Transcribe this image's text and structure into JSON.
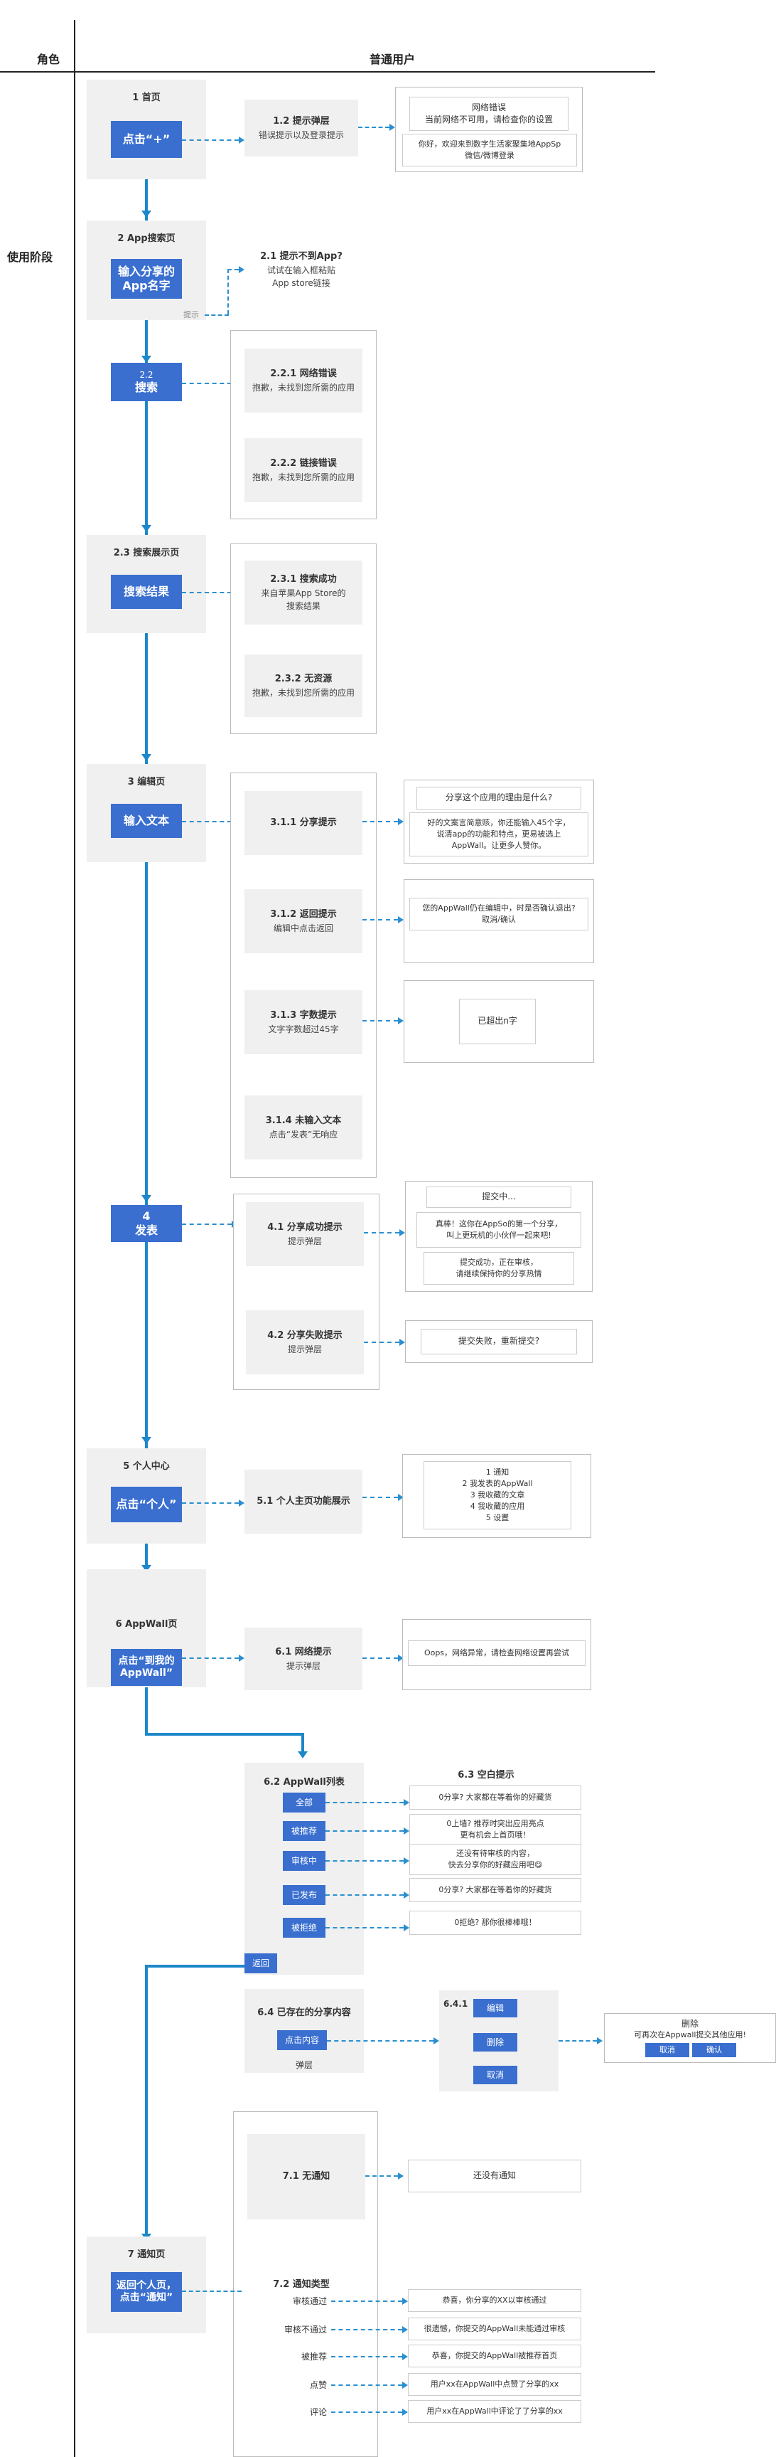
{
  "header": {
    "role": "角色",
    "user": "普通用户"
  },
  "stage": "使用阶段",
  "tip": "提示",
  "s1": {
    "title": "1 首页",
    "btn": "点击“+”",
    "p_title": "1.2 提示弹层",
    "p_desc": "错误提示以及登录提示",
    "r1": "网络错误\n当前网络不可用，请检查你的设置",
    "r2": "你好，欢迎来到数字生活家聚集地AppSp\n微信/微博登录"
  },
  "s2": {
    "title": "2 App搜索页",
    "btn": "输入分享的\nApp名字",
    "p_title": "2.1 提示不到App?",
    "p_desc": "试试在输入框粘贴\nApp store链接"
  },
  "s22": {
    "title": "2.2",
    "btn": "搜索",
    "a_title": "2.2.1 网络错误",
    "a_desc": "抱歉，未找到您所需的应用",
    "b_title": "2.2.2 链接错误",
    "b_desc": "抱歉，未找到您所需的应用"
  },
  "s23": {
    "title": "2.3 搜索展示页",
    "btn": "搜索结果",
    "a_title": "2.3.1 搜索成功",
    "a_desc": "来自苹果App Store的\n搜索结果",
    "b_title": "2.3.2 无资源",
    "b_desc": "抱歉，未找到您所需的应用"
  },
  "s3": {
    "title": "3 编辑页",
    "btn": "输入文本",
    "a_title": "3.1.1 分享提示",
    "a_r1": "分享这个应用的理由是什么?",
    "a_r2": "好的文案言简意赅，你还能输入45个字，\n说清app的功能和特点，更易被选上\nAppWall。让更多人赞你。",
    "b_title": "3.1.2 返回提示",
    "b_desc": "编辑中点击返回",
    "b_r": "您的AppWall仍在编辑中，时是否确认退出?\n取消/确认",
    "c_title": "3.1.3 字数提示",
    "c_desc": "文字字数超过45字",
    "c_r": "已超出n字",
    "d_title": "3.1.4 未输入文本",
    "d_desc": "点击“发表”无响应"
  },
  "s4": {
    "btn_num": "4",
    "btn_label": "发表",
    "a_title": "4.1 分享成功提示",
    "a_desc": "提示弹层",
    "a_r1": "提交中...",
    "a_r2": "真棒！这你在AppSo的第一个分享，\n叫上更玩机的小伙伴一起来吧!",
    "a_r3": "提交成功，正在审核，\n请继续保持你的分享热情",
    "b_title": "4.2 分享失败提示",
    "b_desc": "提示弹层",
    "b_r": "提交失败，重新提交?"
  },
  "s5": {
    "title": "5 个人中心",
    "btn": "点击“个人”",
    "p_title": "5.1 个人主页功能展示",
    "r": "1 通知\n2 我发表的AppWall\n3 我收藏的文章\n4 我收藏的应用\n5 设置"
  },
  "s6": {
    "title": "6 AppWall页",
    "btn": "点击“到我的\nAppWall”",
    "p_title": "6.1 网络提示",
    "p_desc": "提示弹层",
    "r": "Oops，网络异常，请检查网络设置再尝试"
  },
  "s62": {
    "title": "6.2 AppWall列表",
    "empty_title": "6.3 空白提示",
    "back": "返回",
    "tabs": [
      "全部",
      "被推荐",
      "审核中",
      "已发布",
      "被拒绝"
    ],
    "msgs": [
      "0分享? 大家都在等着你的好藏货",
      "0上墙? 推荐时突出应用亮点\n更有机会上首页哦！",
      "还没有待审核的内容，\n快去分享你的好藏应用吧😋",
      "0分享? 大家都在等着你的好藏货",
      "0拒绝? 那你很棒棒哦！"
    ]
  },
  "s64": {
    "title": "6.4 已存在的分享内容",
    "btn": "点击内容",
    "desc": "弹层",
    "sub_title": "6.4.1",
    "sub_btns": [
      "编辑",
      "删除",
      "取消"
    ],
    "dialog_title": "删除",
    "dialog_msg": "可再次在Appwall提交其他应用!",
    "dialog_cancel": "取消",
    "dialog_ok": "确认"
  },
  "s7": {
    "title": "7 通知页",
    "btn": "返回个人页，\n点击“通知”",
    "a_title": "7.1 无通知",
    "a_r": "还没有通知",
    "b_title": "7.2 通知类型",
    "items": [
      {
        "label": "审核通过",
        "msg": "恭喜，你分享的XX以审核通过"
      },
      {
        "label": "审核不通过",
        "msg": "很遗憾，你提交的AppWall未能通过审核"
      },
      {
        "label": "被推荐",
        "msg": "恭喜，你提交的AppWall被推荐首页"
      },
      {
        "label": "点赞",
        "msg": "用户xx在AppWall中点赞了分享的xx"
      },
      {
        "label": "评论",
        "msg": "用户xx在AppWall中评论了了分享的xx"
      }
    ]
  }
}
